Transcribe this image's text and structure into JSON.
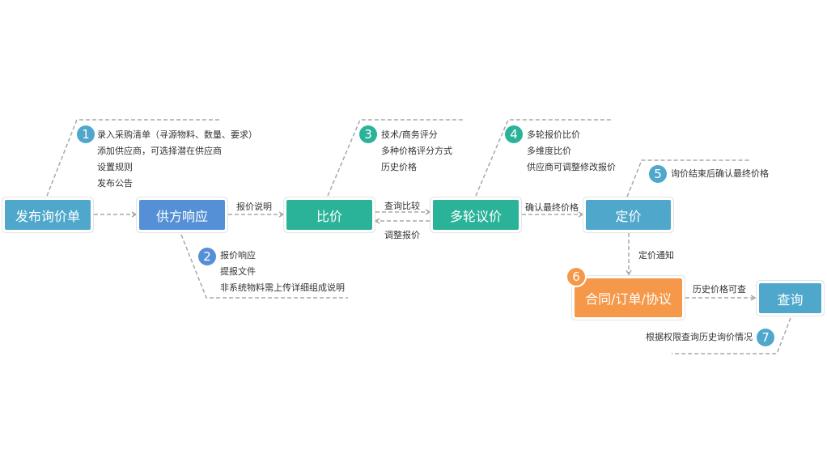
{
  "colors": {
    "blue": "#4fa8cc",
    "royal": "#5590d6",
    "teal": "#2bb39a",
    "orange": "#f5984a",
    "line": "#a8a8a8"
  },
  "nodes": {
    "publish": "发布询价单",
    "supplier_response": "供方响应",
    "compare": "比价",
    "negotiate": "多轮议价",
    "pricing": "定价",
    "contract": "合同/订单/协议",
    "query": "查询"
  },
  "edges": {
    "quote_note": "报价说明",
    "query_compare": "查询比较",
    "adjust_quote": "调整报价",
    "confirm_final": "确认最终价格",
    "price_notice": "定价通知",
    "history_viewable": "历史价格可查"
  },
  "steps": [
    {
      "num": "1",
      "lines": [
        "录入采购清单（寻源物料、数量、要求）",
        "添加供应商，可选择潜在供应商",
        "设置规则",
        "发布公告"
      ]
    },
    {
      "num": "2",
      "lines": [
        "报价响应",
        "提报文件",
        "非系统物料需上传详细组成说明"
      ]
    },
    {
      "num": "3",
      "lines": [
        "技术/商务评分",
        "多种价格评分方式",
        "历史价格"
      ]
    },
    {
      "num": "4",
      "lines": [
        "多轮报价比价",
        "多维度比价",
        "供应商可调整修改报价"
      ]
    },
    {
      "num": "5",
      "lines": [
        "询价结束后确认最终价格"
      ]
    },
    {
      "num": "6",
      "lines": []
    },
    {
      "num": "7",
      "lines": [
        "根据权限查询历史询价情况"
      ]
    }
  ]
}
